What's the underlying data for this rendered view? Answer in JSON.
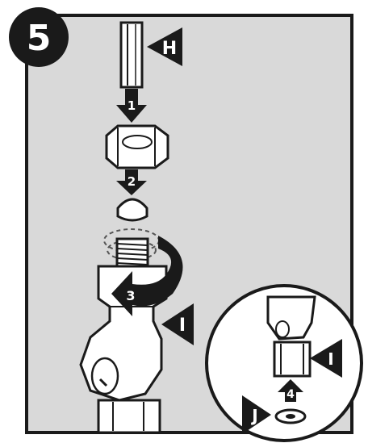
{
  "step": {
    "number": "5"
  },
  "parts": {
    "h": "H",
    "i_main": "I",
    "i_inset": "I",
    "j": "J"
  },
  "steps": {
    "s1": "1",
    "s2": "2",
    "s3": "3",
    "s4": "4"
  },
  "colors": {
    "panel": "#d9d9d9",
    "ink": "#1a1a1a",
    "part": "#ffffff"
  }
}
